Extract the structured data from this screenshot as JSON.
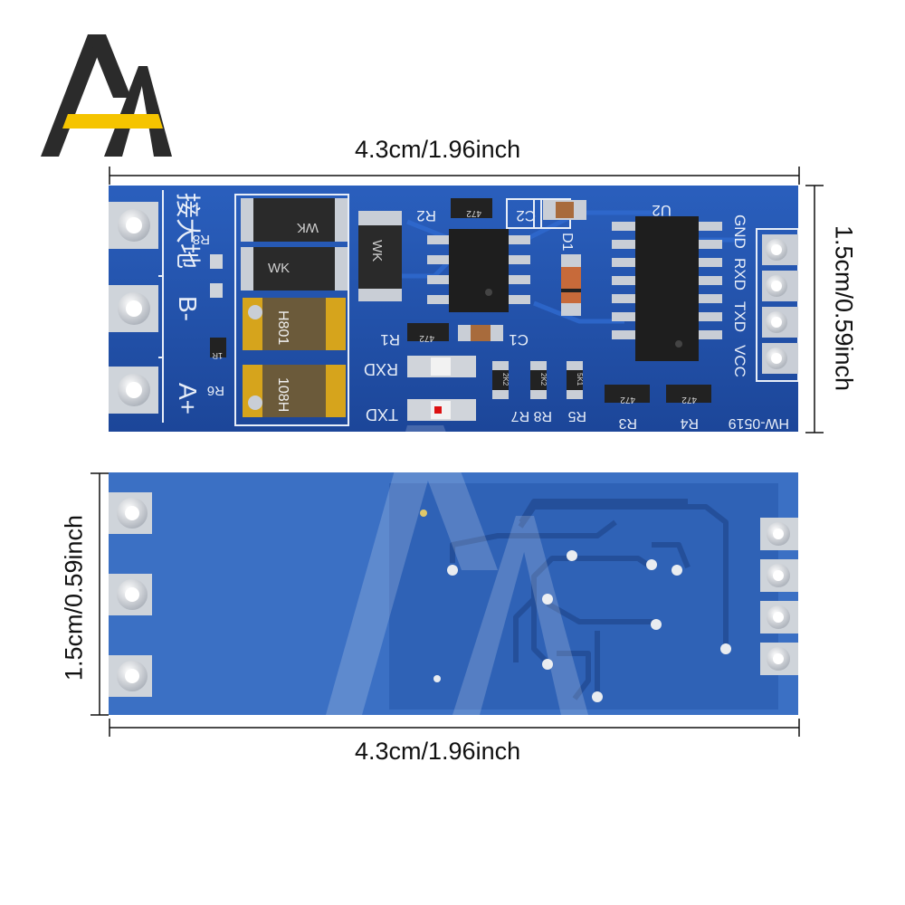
{
  "brand": {
    "logo_colors": {
      "dark": "#2b2b2b",
      "accent": "#f5c400"
    }
  },
  "dimensions": {
    "top_width": "4.3cm/1.96inch",
    "right_height": "1.5cm/0.59inch",
    "left_height": "1.5cm/0.59inch",
    "bottom_width": "4.3cm/1.96inch"
  },
  "board_front": {
    "silkscreen": {
      "ground_cn": "接大地",
      "b_minus": "B-",
      "a_plus": "A+",
      "r8": "R8",
      "r6": "R6",
      "rxd_led": "RXD",
      "txd_led": "TXD",
      "r2": "R2",
      "c2": "C2",
      "d1": "D1",
      "r1": "R1",
      "c1": "C1",
      "r8r7": "R8 R7",
      "r5": "R5",
      "r3": "R3",
      "r4": "R4",
      "u2": "U2",
      "model": "HW-0519",
      "pins": [
        "GND",
        "RXD",
        "TXD",
        "VCC"
      ]
    },
    "component_marks": {
      "tvs_top": "WK",
      "tvs_mid": "WK",
      "tvs_right": "WK",
      "fuse_top": "H801",
      "fuse_bottom": "108H",
      "res_472_a": "472",
      "res_472_b": "472",
      "res_472_c": "472",
      "res_472_d": "472",
      "res_2k2_a": "2K2",
      "res_2k2_b": "2K2",
      "res_5k1": "5K1",
      "res_r6": "1R"
    }
  },
  "colors": {
    "pcb_blue": "#1f4fa8",
    "pcb_back": "#3d73c6",
    "silk": "#e8eef8",
    "pad_silver": "#d9dde3",
    "fuse_gold": "#d6a41c"
  }
}
